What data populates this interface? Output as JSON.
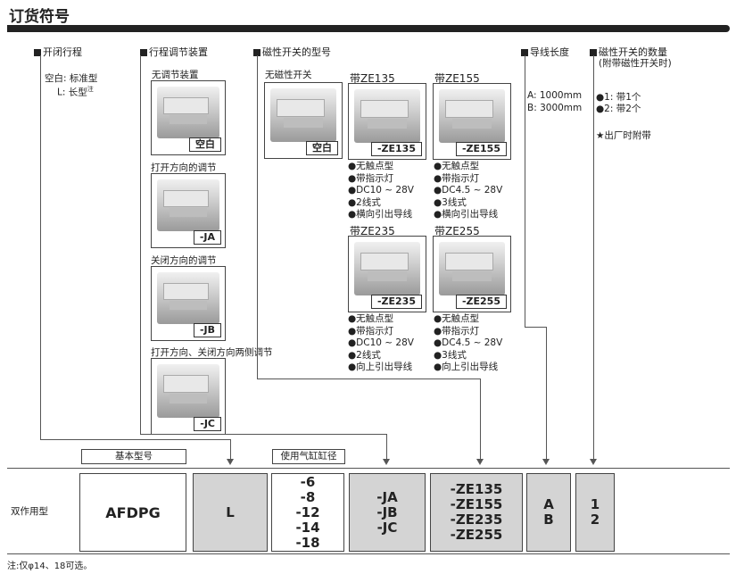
{
  "title": "订货符号",
  "sections": {
    "stroke": {
      "head": "开闭行程",
      "opt1_key": "空白:",
      "opt1_val": "标准型",
      "opt2_key": "L:",
      "opt2_val": "长型",
      "opt2_note": "注"
    },
    "adjust": {
      "head": "行程调节装置",
      "items": [
        {
          "caption": "无调节装置",
          "tag": "空白"
        },
        {
          "caption": "打开方向的调节",
          "tag": "-JA"
        },
        {
          "caption": "关闭方向的调节",
          "tag": "-JB"
        },
        {
          "caption": "打开方向、关闭方向两侧调节",
          "tag": "-JC"
        }
      ]
    },
    "switch": {
      "head": "磁性开关的型号",
      "none_caption": "无磁性开关",
      "none_tag": "空白",
      "models": [
        {
          "caption": "带ZE135",
          "tag": "-ZE135",
          "specs": [
            "●无触点型",
            "●带指示灯",
            "●DC10 ~ 28V",
            "●2线式",
            "●横向引出导线"
          ]
        },
        {
          "caption": "带ZE155",
          "tag": "-ZE155",
          "specs": [
            "●无触点型",
            "●带指示灯",
            "●DC4.5 ~ 28V",
            "●3线式",
            "●横向引出导线"
          ]
        },
        {
          "caption": "带ZE235",
          "tag": "-ZE235",
          "specs": [
            "●无触点型",
            "●带指示灯",
            "●DC10 ~ 28V",
            "●2线式",
            "●向上引出导线"
          ]
        },
        {
          "caption": "带ZE255",
          "tag": "-ZE255",
          "specs": [
            "●无触点型",
            "●带指示灯",
            "●DC4.5 ~ 28V",
            "●3线式",
            "●向上引出导线"
          ]
        }
      ]
    },
    "lead": {
      "head": "导线长度",
      "a": "A:  1000mm",
      "b": "B:  3000mm"
    },
    "qty": {
      "head": "磁性开关的数量",
      "sub": "(附带磁性开关时)",
      "one": "●1:  带1个",
      "two": "●2:  带2个",
      "note": "★出厂时附带"
    }
  },
  "bottom": {
    "basic_label": "基本型号",
    "bore_label": "使用气缸缸径",
    "row_label": "双作用型",
    "model": "AFDPG",
    "stroke": "L",
    "bores": [
      "-6",
      "-8",
      "-12",
      "-14",
      "-18"
    ],
    "adjust": [
      "-JA",
      "-JB",
      "-JC"
    ],
    "switches": [
      "-ZE135",
      "-ZE155",
      "-ZE235",
      "-ZE255"
    ],
    "lead": [
      "A",
      "B"
    ],
    "qty": [
      "1",
      "2"
    ]
  },
  "footnote": "注:仅φ14、18可选。"
}
